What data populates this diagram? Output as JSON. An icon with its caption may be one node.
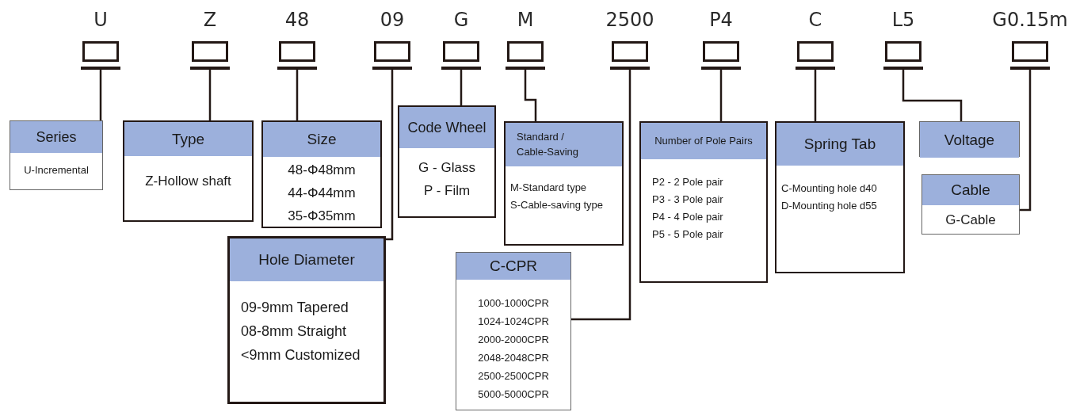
{
  "diagram": {
    "nodes": [
      {
        "text": [
          "U"
        ]
      },
      {
        "text": [
          "Z"
        ]
      },
      {
        "text": [
          "48"
        ]
      },
      {
        "text": [
          "09"
        ]
      },
      {
        "text": [
          "G"
        ]
      },
      {
        "text": [
          "M"
        ]
      },
      {
        "text": [
          "2500"
        ]
      },
      {
        "text": [
          "P4"
        ]
      },
      {
        "text": [
          "C"
        ]
      },
      {
        "text": [
          "L5"
        ]
      },
      {
        "text": [
          "G0.15m"
        ]
      },
      {
        "text": [
          "Series",
          "U-Incremental"
        ]
      },
      {
        "text": [
          "Type",
          "Z-Hollow shaft"
        ]
      },
      {
        "text": [
          "Size",
          "48-Φ48mm",
          "44-Φ44mm",
          "35-Φ35mm"
        ]
      },
      {
        "text": [
          "Code Wheel",
          "G - Glass",
          "P - Film"
        ]
      },
      {
        "text": [
          "Standard / Cable-Saving",
          "M-Standard type",
          "S-Cable-saving type"
        ]
      },
      {
        "text": [
          "Hole Diameter",
          "09-9mm Tapered",
          "08-8mm Straight",
          "<9mm Customized"
        ]
      },
      {
        "text": [
          "C-CPR",
          "1000-1000CPR",
          "1024-1024CPR",
          "2000-2000CPR",
          "2048-2048CPR",
          "2500-2500CPR",
          "5000-5000CPR"
        ]
      },
      {
        "text": [
          "Number of Pole Pairs",
          "P2 - 2 Pole pair",
          "P3 - 3 Pole pair",
          "P4 - 4 Pole pair",
          "P5 - 5 Pole pair"
        ]
      },
      {
        "text": [
          "Spring Tab",
          "C-Mounting hole d40",
          "D-Mounting hole d55"
        ]
      },
      {
        "text": [
          "Voltage"
        ]
      },
      {
        "text": [
          "Cable",
          "G-Cable"
        ]
      }
    ],
    "edges": [
      {
        "from": 0,
        "to": 11,
        "arrow": "none"
      },
      {
        "from": 1,
        "to": 12,
        "arrow": "none"
      },
      {
        "from": 2,
        "to": 13,
        "arrow": "none"
      },
      {
        "from": 3,
        "to": 16,
        "arrow": "none"
      },
      {
        "from": 4,
        "to": 14,
        "arrow": "none"
      },
      {
        "from": 5,
        "to": 15,
        "arrow": "none"
      },
      {
        "from": 6,
        "to": 17,
        "arrow": "none"
      },
      {
        "from": 7,
        "to": 18,
        "arrow": "none"
      },
      {
        "from": 8,
        "to": 19,
        "arrow": "none"
      },
      {
        "from": 9,
        "to": 20,
        "arrow": "none"
      },
      {
        "from": 10,
        "to": 21,
        "arrow": "none"
      }
    ]
  }
}
